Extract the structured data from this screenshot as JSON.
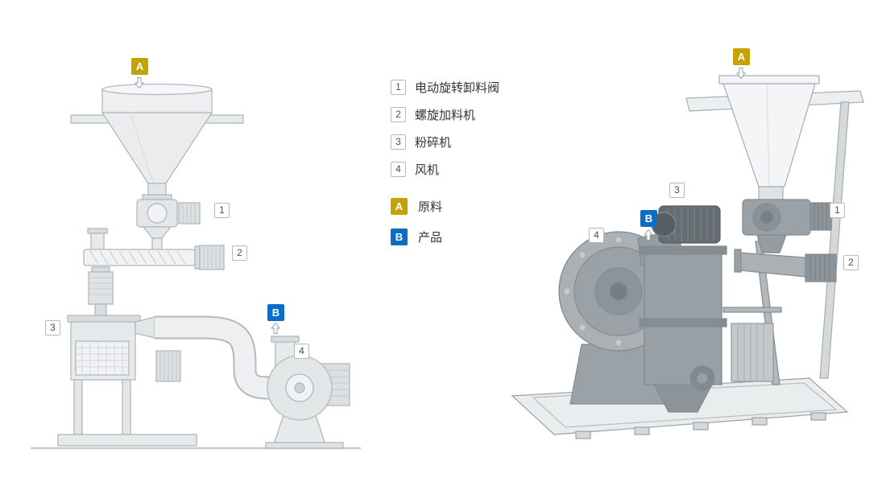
{
  "page": {
    "background": "#ffffff"
  },
  "legend": {
    "items": [
      {
        "num": "1",
        "label": "电动旋转卸料阀"
      },
      {
        "num": "2",
        "label": "螺旋加料机"
      },
      {
        "num": "3",
        "label": "粉碎机"
      },
      {
        "num": "4",
        "label": "风机"
      }
    ],
    "flows": [
      {
        "key": "A",
        "label": "原料",
        "color": "#C4A307"
      },
      {
        "key": "B",
        "label": "产品",
        "color": "#0B6EC6"
      }
    ]
  }
}
